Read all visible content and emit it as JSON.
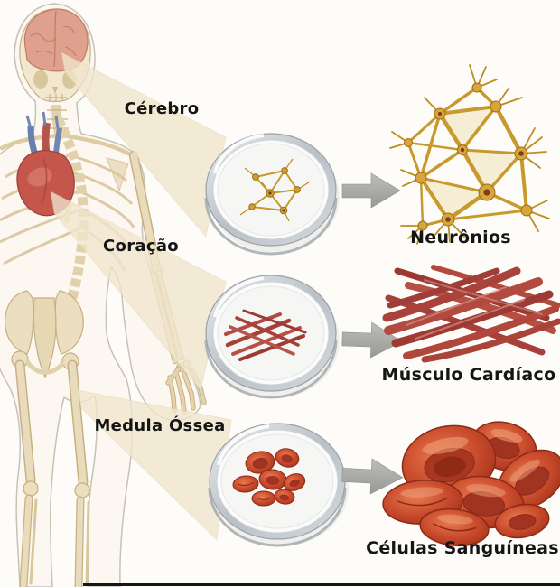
{
  "diagram": {
    "rows": [
      {
        "organ_label": "Cérebro",
        "arrow_icon": "arrow-right-icon",
        "cell_label": "Neurônios"
      },
      {
        "organ_label": "Coração",
        "arrow_icon": "arrow-right-icon",
        "cell_label": "Músculo Cardíaco"
      },
      {
        "organ_label": "Medula Óssea",
        "arrow_icon": "arrow-right-icon",
        "cell_label": "Células Sanguíneas"
      }
    ],
    "colors": {
      "background": "#fdfcf9",
      "beam_tint": "#f1e6cd",
      "bone_tint": "#ecdfc0",
      "brain_pink": "#dfa08e",
      "heart_red": "#c5564c",
      "neuron_gold": "#c89a2e",
      "muscle_red": "#ab4138",
      "blood_cell_red": "#c04527",
      "dish_silver": "#b9c0c6",
      "arrow_gray": "#a9a9a5",
      "label_text": "#151515"
    }
  }
}
